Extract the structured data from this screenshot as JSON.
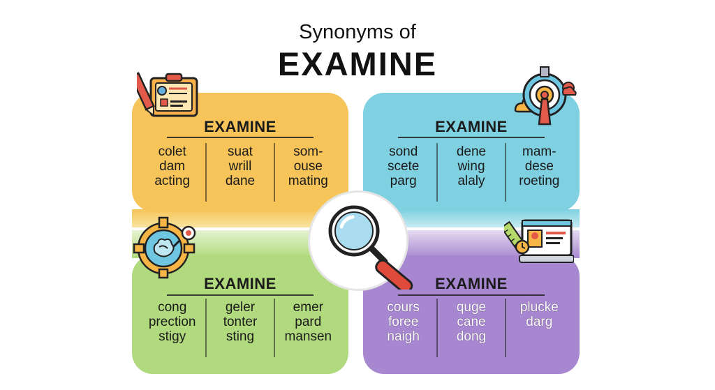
{
  "title": {
    "subtitle": "Synonyms of",
    "main": "EXAMINE"
  },
  "colors": {
    "yellow": "#f6c458",
    "blue": "#7fd0e0",
    "green": "#b0da7d",
    "purple": "#a787cf"
  },
  "cards": {
    "top_left": {
      "heading": "EXAMINE",
      "columns": [
        [
          "colet",
          "dam",
          "acting"
        ],
        [
          "suat",
          "wrill",
          "dane"
        ],
        [
          "som-",
          "ouse",
          "mating"
        ]
      ]
    },
    "top_right": {
      "heading": "EXAMINE",
      "columns": [
        [
          "sond",
          "scete",
          "parg"
        ],
        [
          "dene",
          "wing",
          "alaly"
        ],
        [
          "mam-",
          "dese",
          "roeting"
        ]
      ]
    },
    "bottom_left": {
      "heading": "EXAMINE",
      "columns": [
        [
          "cong",
          "prection",
          "stigy"
        ],
        [
          "geler",
          "tonter",
          "sting"
        ],
        [
          "emer",
          "pard",
          "mansen"
        ]
      ]
    },
    "bottom_right": {
      "heading": "EXAMINE",
      "columns": [
        [
          "cours",
          "foree",
          "naigh"
        ],
        [
          "quge",
          "cane",
          "dong"
        ],
        [
          "plucke",
          "darg"
        ]
      ]
    }
  },
  "icons": {
    "top_left": "clipboard-pencil-icon",
    "top_right": "target-dartboard-icon",
    "bottom_left": "gear-brain-icon",
    "bottom_right": "computer-screen-ruler-icon",
    "center": "magnifying-glass-icon"
  }
}
